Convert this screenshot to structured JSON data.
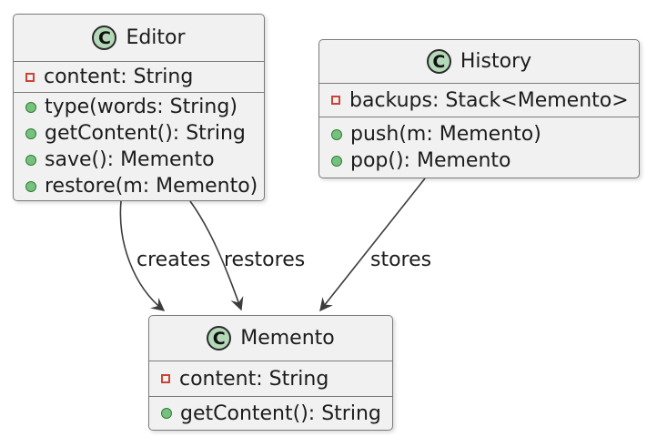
{
  "diagram": {
    "type": "uml-class-diagram",
    "pattern": "Memento",
    "classes": [
      {
        "name": "Editor",
        "icon_letter": "C",
        "fields": [
          "content: String"
        ],
        "methods": [
          "type(words: String)",
          "getContent(): String",
          "save(): Memento",
          "restore(m: Memento)"
        ]
      },
      {
        "name": "History",
        "icon_letter": "C",
        "fields": [
          "backups: Stack<Memento>"
        ],
        "methods": [
          "push(m: Memento)",
          "pop(): Memento"
        ]
      },
      {
        "name": "Memento",
        "icon_letter": "C",
        "fields": [
          "content: String"
        ],
        "methods": [
          "getContent(): String"
        ]
      }
    ],
    "edges": [
      {
        "from": "Editor",
        "to": "Memento",
        "label": "creates"
      },
      {
        "from": "Editor",
        "to": "Memento",
        "label": "restores"
      },
      {
        "from": "History",
        "to": "Memento",
        "label": "stores"
      }
    ],
    "colors": {
      "box_fill": "#f1f1f1",
      "box_border": "#7a7a7a",
      "class_icon_fill": "#b3d9b8",
      "class_icon_border": "#2a2a2a",
      "field_icon_color": "#cb4335",
      "method_icon_fill": "#77c17e",
      "method_icon_border": "#2f7d36",
      "edge_line_color": "#3c3c3c",
      "text_color": "#1c1c1c",
      "background": "#ffffff"
    }
  }
}
